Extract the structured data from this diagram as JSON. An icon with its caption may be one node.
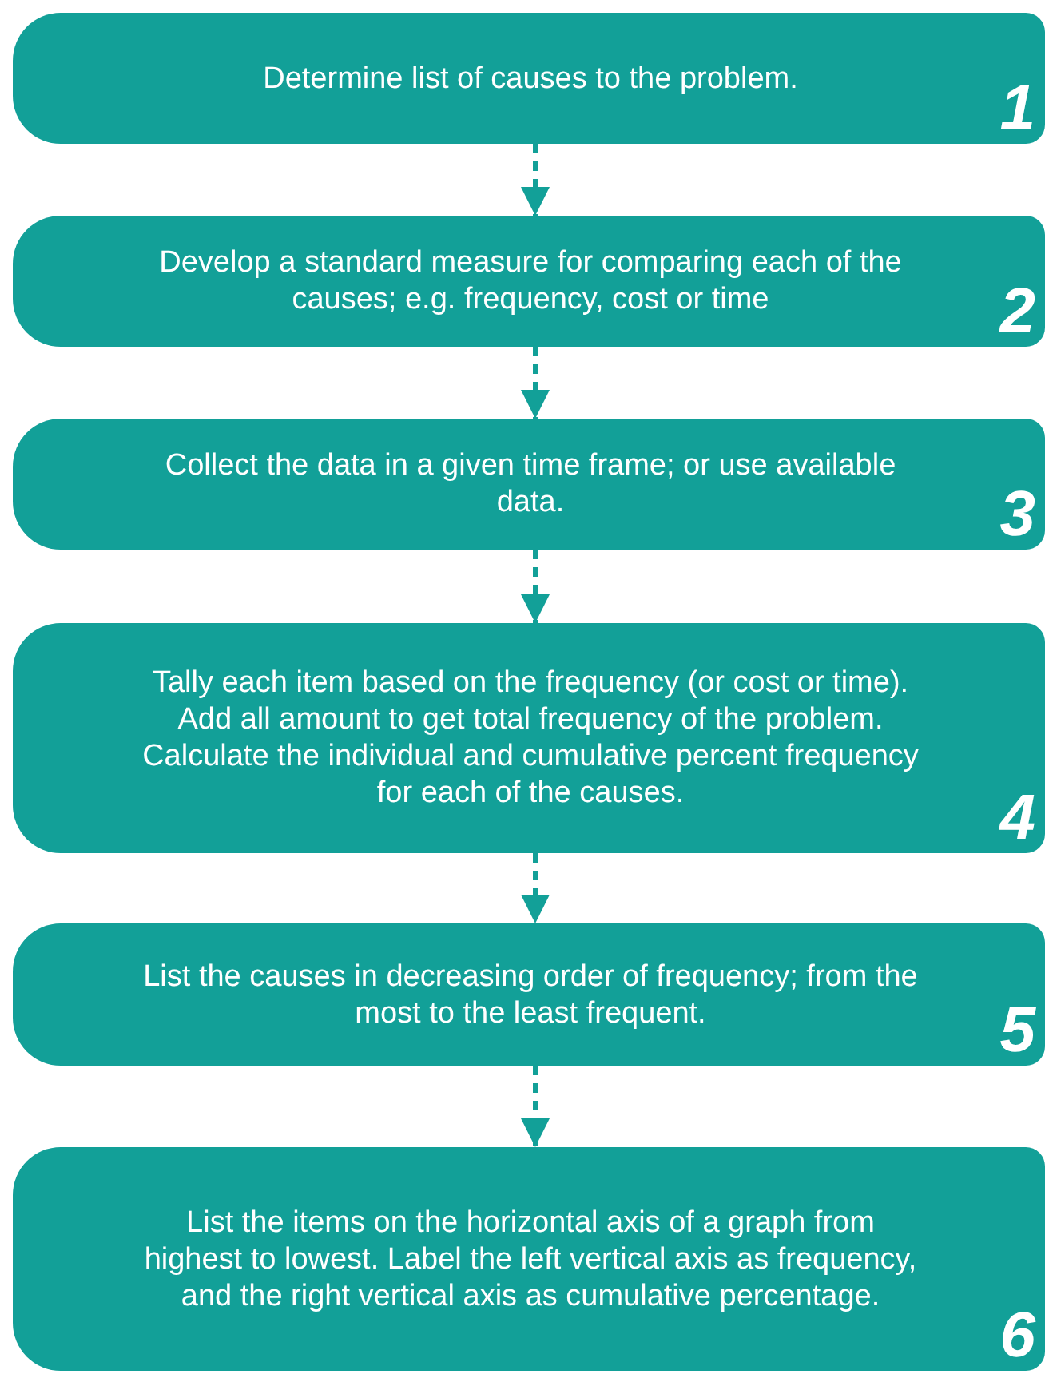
{
  "diagram": {
    "nodes": [
      {
        "text": [
          "Determine list of causes to the problem.",
          "1"
        ]
      },
      {
        "text": [
          "Develop a standard measure for comparing each of the causes; e.g. frequency, cost or time",
          "2"
        ]
      },
      {
        "text": [
          "Collect the data in a given time frame; or use available data.",
          "3"
        ]
      },
      {
        "text": [
          "Tally each item based on the frequency (or cost or time). Add all amount to get total frequency of the problem. Calculate the individual and cumulative percent frequency for each of the causes.",
          "4"
        ]
      },
      {
        "text": [
          "List the causes in decreasing order of frequency; from the most to the least frequent.",
          "5"
        ]
      },
      {
        "text": [
          "List the items on the horizontal axis of a graph from highest to lowest. Label the left vertical axis as frequency, and the right vertical axis as cumulative percentage.",
          "6"
        ]
      }
    ],
    "edges": [
      {
        "from": 0,
        "to": 1,
        "arrow": "to",
        "style": "dashed"
      },
      {
        "from": 1,
        "to": 2,
        "arrow": "to",
        "style": "dashed"
      },
      {
        "from": 2,
        "to": 3,
        "arrow": "to",
        "style": "dashed"
      },
      {
        "from": 3,
        "to": 4,
        "arrow": "to",
        "style": "dashed"
      },
      {
        "from": 4,
        "to": 5,
        "arrow": "to",
        "style": "dashed"
      }
    ]
  }
}
